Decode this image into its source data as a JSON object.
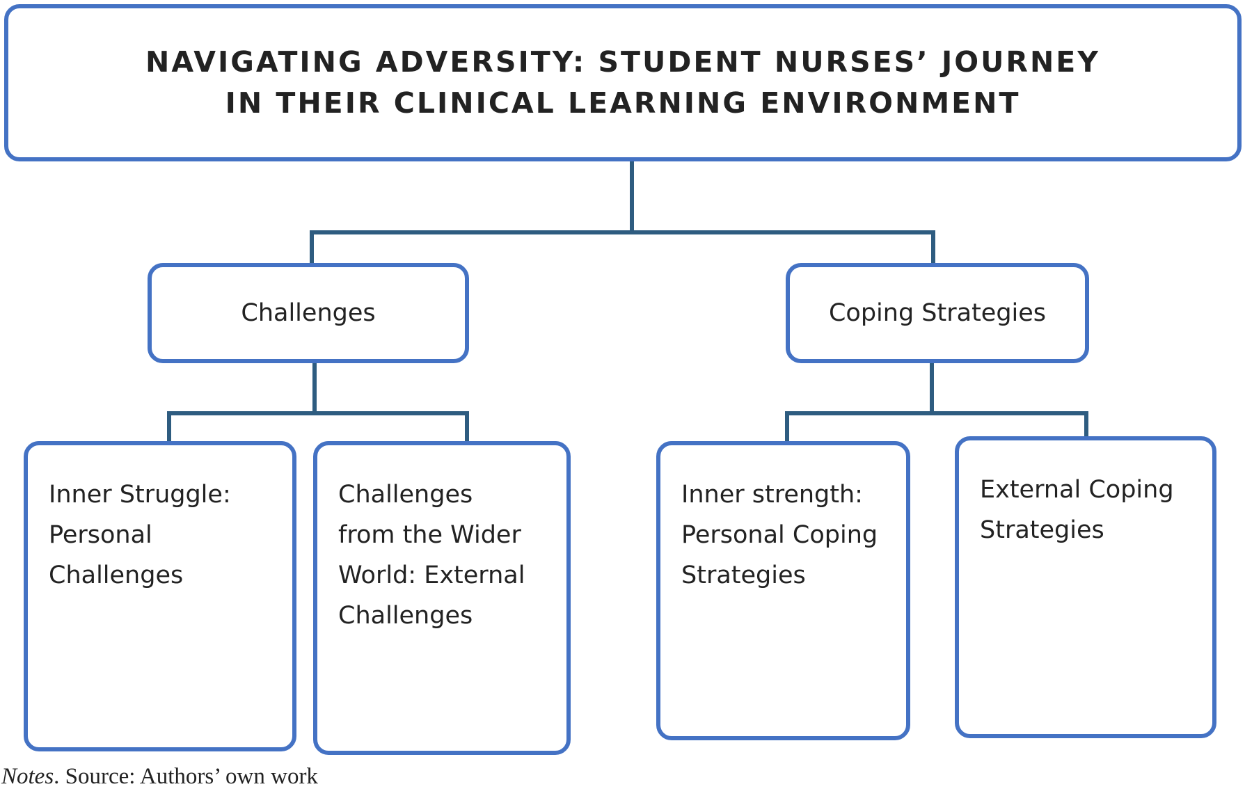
{
  "title": {
    "line1": "NAVIGATING ADVERSITY: STUDENT NURSES’ JOURNEY",
    "line2": "IN THEIR CLINICAL LEARNING ENVIRONMENT"
  },
  "categories": [
    {
      "label": "Challenges",
      "children": [
        {
          "lines": [
            "Inner Struggle:",
            "Personal",
            "Challenges"
          ]
        },
        {
          "lines": [
            "Challenges",
            "from the Wider",
            "World: External",
            "Challenges"
          ]
        }
      ]
    },
    {
      "label": "Coping Strategies",
      "children": [
        {
          "lines": [
            "Inner strength:",
            "Personal Coping",
            "Strategies"
          ]
        },
        {
          "lines": [
            "External Coping",
            "Strategies"
          ]
        }
      ]
    }
  ],
  "notes": {
    "label": "Notes",
    "text": "Source: Authors’ own work"
  },
  "colors": {
    "box_border": "#4472c4",
    "connector": "#2e5c80",
    "text": "#222222"
  }
}
